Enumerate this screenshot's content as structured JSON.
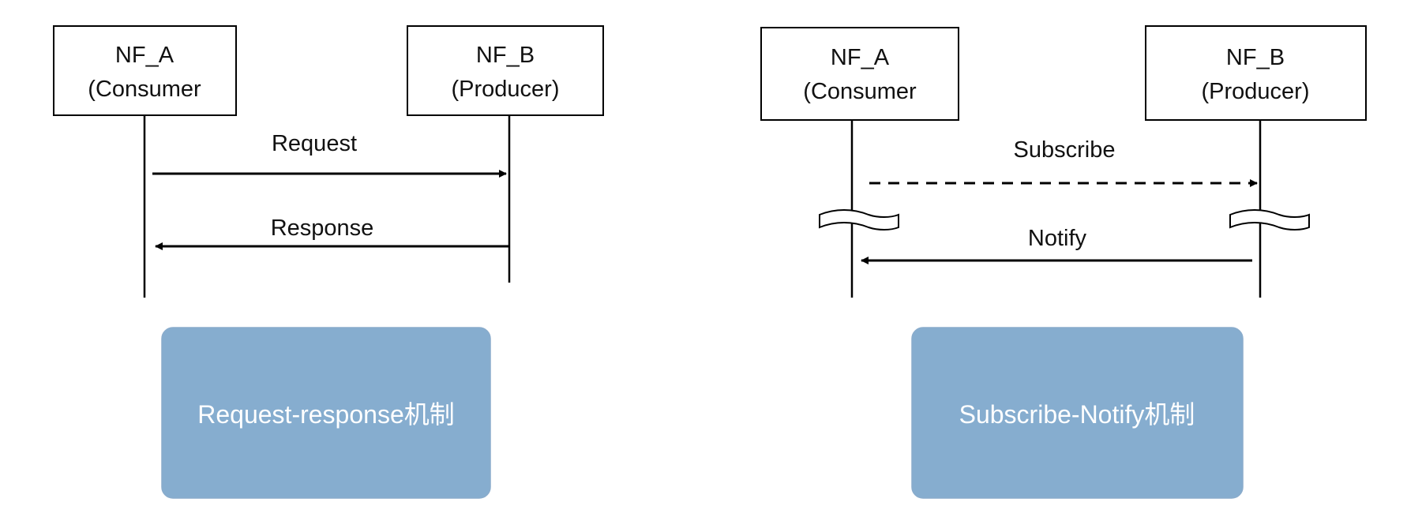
{
  "colors": {
    "line": "#000000",
    "mechanism_fill": "#86adcf",
    "mechanism_text": "#ffffff"
  },
  "left": {
    "consumer": {
      "name": "NF_A",
      "role": "(Consumer"
    },
    "producer": {
      "name": "NF_B",
      "role": "(Producer)"
    },
    "request_label": "Request",
    "response_label": "Response",
    "mechanism_label": "Request-response机制"
  },
  "right": {
    "consumer": {
      "name": "NF_A",
      "role": "(Consumer"
    },
    "producer": {
      "name": "NF_B",
      "role": "(Producer)"
    },
    "subscribe_label": "Subscribe",
    "notify_label": "Notify",
    "mechanism_label": "Subscribe-Notify机制"
  }
}
